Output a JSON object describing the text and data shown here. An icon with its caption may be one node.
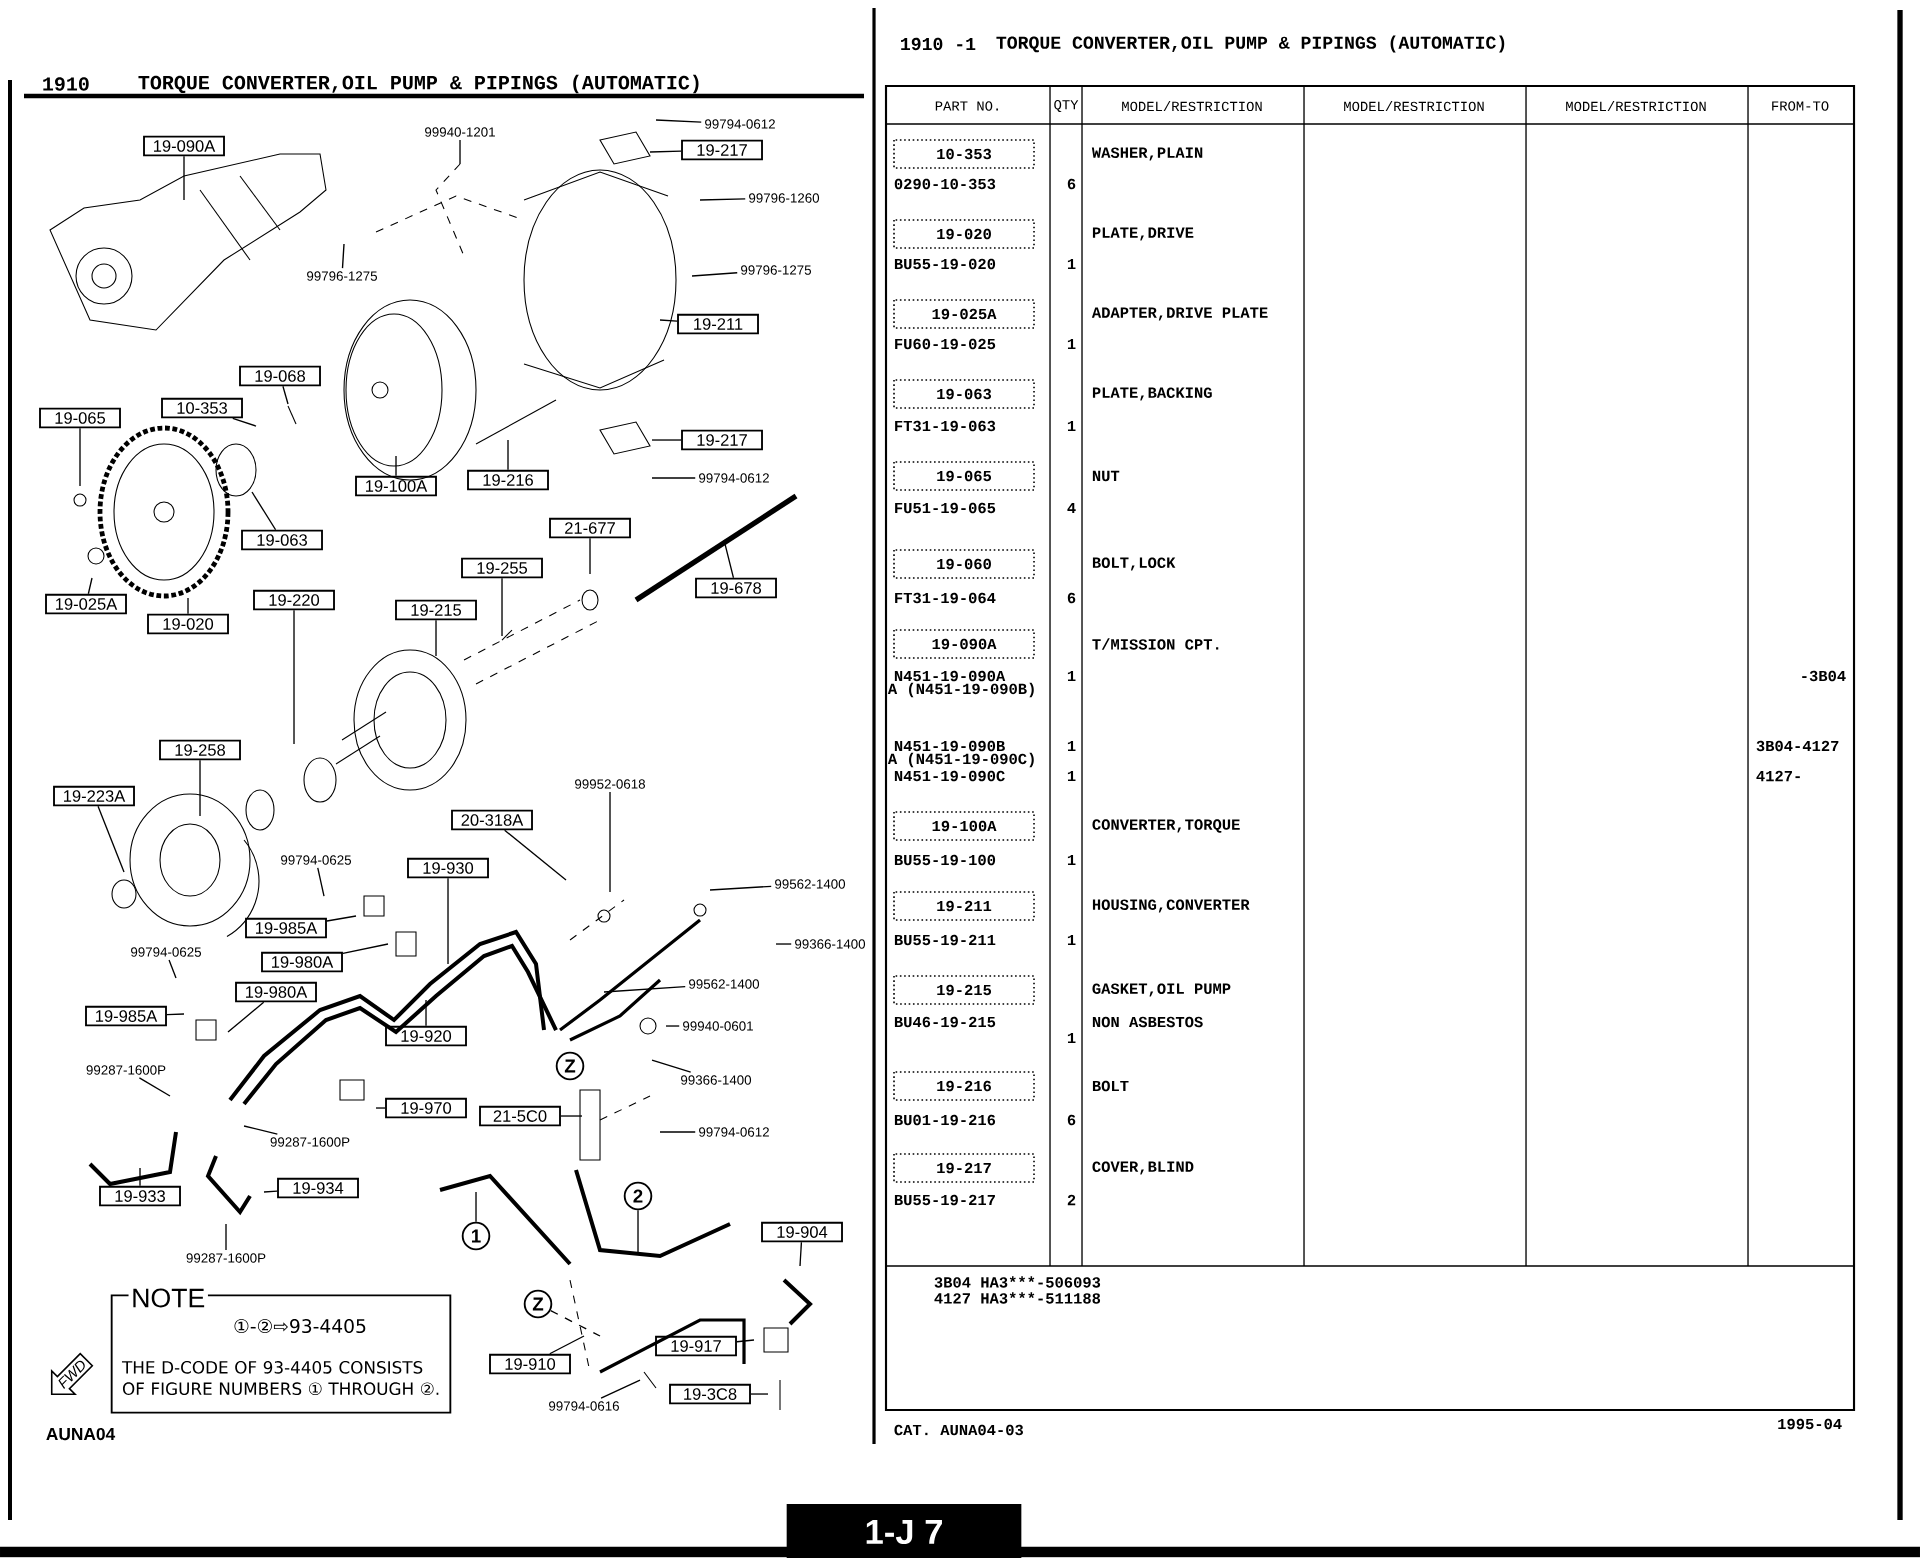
{
  "diagram": {
    "title": "TORQUE CONVERTER,OIL PUMP & PIPINGS (AUTOMATIC)",
    "nodes": [
      {
        "text": [
          "19-090A"
        ]
      },
      {
        "text": [
          "99940-1201"
        ]
      },
      {
        "text": [
          "99794-0612"
        ]
      },
      {
        "text": [
          "19-217"
        ]
      },
      {
        "text": [
          "99796-1260"
        ]
      },
      {
        "text": [
          "99796-1275"
        ]
      },
      {
        "text": [
          "99796-1275"
        ]
      },
      {
        "text": [
          "19-211"
        ]
      },
      {
        "text": [
          "19-068"
        ]
      },
      {
        "text": [
          "10-353"
        ]
      },
      {
        "text": [
          "19-065"
        ]
      },
      {
        "text": [
          "19-217"
        ]
      },
      {
        "text": [
          "99794-0612"
        ]
      },
      {
        "text": [
          "19-100A"
        ]
      },
      {
        "text": [
          "19-216"
        ]
      },
      {
        "text": [
          "21-677"
        ]
      },
      {
        "text": [
          "19-063"
        ]
      },
      {
        "text": [
          "19-678"
        ]
      },
      {
        "text": [
          "19-255"
        ]
      },
      {
        "text": [
          "19-220"
        ]
      },
      {
        "text": [
          "19-215"
        ]
      },
      {
        "text": [
          "19-025A"
        ]
      },
      {
        "text": [
          "19-020"
        ]
      },
      {
        "text": [
          "19-258"
        ]
      },
      {
        "text": [
          "19-223A"
        ]
      },
      {
        "text": [
          "99952-0618"
        ]
      },
      {
        "text": [
          "20-318A"
        ]
      },
      {
        "text": [
          "19-930"
        ]
      },
      {
        "text": [
          "99794-0625"
        ]
      },
      {
        "text": [
          "99562-1400"
        ]
      },
      {
        "text": [
          "19-985A"
        ]
      },
      {
        "text": [
          "99366-1400"
        ]
      },
      {
        "text": [
          "19-980A"
        ]
      },
      {
        "text": [
          "99794-0625"
        ]
      },
      {
        "text": [
          "19-980A"
        ]
      },
      {
        "text": [
          "99562-1400"
        ]
      },
      {
        "text": [
          "19-985A"
        ]
      },
      {
        "text": [
          "19-920"
        ]
      },
      {
        "text": [
          "99940-0601"
        ]
      },
      {
        "text": [
          "Z"
        ]
      },
      {
        "text": [
          "99287-1600P"
        ]
      },
      {
        "text": [
          "99366-1400"
        ]
      },
      {
        "text": [
          "19-970"
        ]
      },
      {
        "text": [
          "21-5C0"
        ]
      },
      {
        "text": [
          "99794-0612"
        ]
      },
      {
        "text": [
          "99287-1600P"
        ]
      },
      {
        "text": [
          "19-933"
        ]
      },
      {
        "text": [
          "19-934"
        ]
      },
      {
        "text": [
          "2"
        ]
      },
      {
        "text": [
          "19-904"
        ]
      },
      {
        "text": [
          "1"
        ]
      },
      {
        "text": [
          "Z"
        ]
      },
      {
        "text": [
          "NOTE",
          "①-②⇨93-4405",
          "THE D-CODE OF 93-4405 CONSISTS OF FIGURE NUMBERS ① THROUGH ②."
        ]
      },
      {
        "text": [
          "FWD"
        ]
      },
      {
        "text": [
          "19-917"
        ]
      },
      {
        "text": [
          "19-910"
        ]
      },
      {
        "text": [
          "19-3C8"
        ]
      },
      {
        "text": [
          "99287-1600P"
        ]
      },
      {
        "text": [
          "99794-0616"
        ]
      }
    ],
    "edges": [
      {
        "from": 0,
        "to": null,
        "arrow": "none"
      },
      {
        "from": 1,
        "to": null,
        "arrow": "none"
      },
      {
        "from": 2,
        "to": null,
        "arrow": "none"
      },
      {
        "from": 3,
        "to": null,
        "arrow": "none"
      },
      {
        "from": 4,
        "to": null,
        "arrow": "none"
      },
      {
        "from": 5,
        "to": null,
        "arrow": "none"
      },
      {
        "from": 6,
        "to": null,
        "arrow": "none"
      },
      {
        "from": 7,
        "to": null,
        "arrow": "none"
      },
      {
        "from": 8,
        "to": null,
        "arrow": "none"
      },
      {
        "from": 9,
        "to": null,
        "arrow": "none"
      },
      {
        "from": 10,
        "to": null,
        "arrow": "none"
      },
      {
        "from": 11,
        "to": null,
        "arrow": "none"
      },
      {
        "from": 12,
        "to": null,
        "arrow": "none"
      },
      {
        "from": 13,
        "to": null,
        "arrow": "none"
      },
      {
        "from": 14,
        "to": null,
        "arrow": "none"
      },
      {
        "from": 15,
        "to": null,
        "arrow": "none"
      },
      {
        "from": 16,
        "to": null,
        "arrow": "none"
      },
      {
        "from": 17,
        "to": null,
        "arrow": "none"
      },
      {
        "from": 18,
        "to": null,
        "arrow": "none"
      },
      {
        "from": 19,
        "to": null,
        "arrow": "none"
      },
      {
        "from": 20,
        "to": null,
        "arrow": "none"
      },
      {
        "from": 21,
        "to": null,
        "arrow": "none"
      },
      {
        "from": 22,
        "to": null,
        "arrow": "none"
      },
      {
        "from": 23,
        "to": null,
        "arrow": "none"
      },
      {
        "from": 24,
        "to": null,
        "arrow": "none"
      },
      {
        "from": 25,
        "to": null,
        "arrow": "none"
      },
      {
        "from": 26,
        "to": null,
        "arrow": "none"
      },
      {
        "from": 27,
        "to": null,
        "arrow": "none"
      },
      {
        "from": 28,
        "to": null,
        "arrow": "none"
      },
      {
        "from": 29,
        "to": null,
        "arrow": "none"
      },
      {
        "from": 30,
        "to": null,
        "arrow": "none"
      },
      {
        "from": 31,
        "to": null,
        "arrow": "none"
      },
      {
        "from": 32,
        "to": null,
        "arrow": "none"
      },
      {
        "from": 33,
        "to": null,
        "arrow": "none"
      },
      {
        "from": 34,
        "to": null,
        "arrow": "none"
      },
      {
        "from": 35,
        "to": null,
        "arrow": "none"
      },
      {
        "from": 36,
        "to": null,
        "arrow": "none"
      },
      {
        "from": 37,
        "to": null,
        "arrow": "none"
      },
      {
        "from": 38,
        "to": null,
        "arrow": "none"
      },
      {
        "from": 40,
        "to": null,
        "arrow": "none"
      },
      {
        "from": 41,
        "to": null,
        "arrow": "none"
      },
      {
        "from": 42,
        "to": null,
        "arrow": "none"
      },
      {
        "from": 43,
        "to": null,
        "arrow": "none"
      },
      {
        "from": 44,
        "to": null,
        "arrow": "none"
      },
      {
        "from": 45,
        "to": null,
        "arrow": "none"
      },
      {
        "from": 46,
        "to": null,
        "arrow": "none"
      },
      {
        "from": 47,
        "to": null,
        "arrow": "none"
      },
      {
        "from": 48,
        "to": null,
        "arrow": "none"
      },
      {
        "from": 49,
        "to": null,
        "arrow": "none"
      },
      {
        "from": 50,
        "to": null,
        "arrow": "none"
      },
      {
        "from": 54,
        "to": null,
        "arrow": "none"
      },
      {
        "from": 55,
        "to": null,
        "arrow": "none"
      },
      {
        "from": 56,
        "to": null,
        "arrow": "none"
      },
      {
        "from": 57,
        "to": null,
        "arrow": "none"
      },
      {
        "from": 58,
        "to": null,
        "arrow": "none"
      },
      {
        "from": 51,
        "to": null,
        "arrow": "none",
        "style": "dashed"
      }
    ],
    "labels": [
      "1910",
      "1910 -1",
      "TORQUE CONVERTER,OIL PUMP & PIPINGS (AUTOMATIC)",
      "PART NO.",
      "QTY",
      "MODEL/RESTRICTION",
      "MODEL/RESTRICTION",
      "MODEL/RESTRICTION",
      "FROM-TO",
      "10-353",
      "WASHER,PLAIN",
      "0290-10-353",
      "6",
      "19-020",
      "PLATE,DRIVE",
      "BU55-19-020",
      "1",
      "19-025A",
      "ADAPTER,DRIVE PLATE",
      "FU60-19-025",
      "1",
      "19-063",
      "PLATE,BACKING",
      "FT31-19-063",
      "1",
      "19-065",
      "NUT",
      "FU51-19-065",
      "4",
      "19-060",
      "BOLT,LOCK",
      "FT31-19-064",
      "6",
      "19-090A",
      "T/MISSION CPT.",
      "N451-19-090A",
      "1",
      "-3B04",
      "A (N451-19-090B)",
      "N451-19-090B",
      "1",
      "3B04-4127",
      "A (N451-19-090C)",
      "N451-19-090C",
      "1",
      "4127-",
      "19-100A",
      "CONVERTER,TORQUE",
      "BU55-19-100",
      "1",
      "19-211",
      "HOUSING,CONVERTER",
      "BU55-19-211",
      "1",
      "19-215",
      "GASKET,OIL PUMP",
      "BU46-19-215",
      "NON ASBESTOS",
      "1",
      "19-216",
      "BOLT",
      "BU01-19-216",
      "6",
      "19-217",
      "COVER,BLIND",
      "BU55-19-217",
      "2",
      "3B04 HA3***-506093",
      "4127 HA3***-511188",
      "AUNA04",
      "CAT. AUNA04-03",
      "1995-04",
      "1-J 7"
    ]
  }
}
